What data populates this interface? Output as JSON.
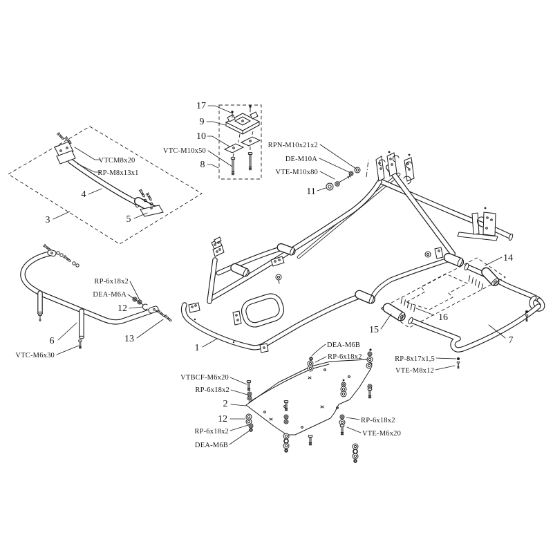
{
  "figure": {
    "background": "#ffffff",
    "ink": "#1c1c1c",
    "callouts": {
      "n1": "1",
      "n2": "2",
      "n3": "3",
      "n4": "4",
      "n5": "5",
      "n6": "6",
      "n7": "7",
      "n8": "8",
      "n9": "9",
      "n10": "10",
      "n11": "11",
      "n12": "12",
      "n13": "13",
      "n14": "14",
      "n15": "15",
      "n16": "16",
      "n17": "17"
    },
    "labels": {
      "vtcm8x20": "VTCM8x20",
      "rp_m8x13x1": "RP-M8x13x1",
      "vtc_m10x50": "VTC-M10x50",
      "rpn_m10x21x2": "RPN-M10x21x2",
      "de_m10a": "DE-M10A",
      "vte_m10x80": "VTE-M10x80",
      "rp_6x18x2": "RP-6x18x2",
      "dea_m6a": "DEA-M6A",
      "vtc_m6x30": "VTC-M6x30",
      "dea_m6b": "DEA-M6B",
      "vtbcf_m6x20": "VTBCF-M6x20",
      "rp_8x17x1_5": "RP-8x17x1,5",
      "vte_m8x12": "VTE-M8x12",
      "vte_m6x20": "VTE-M6x20"
    }
  }
}
